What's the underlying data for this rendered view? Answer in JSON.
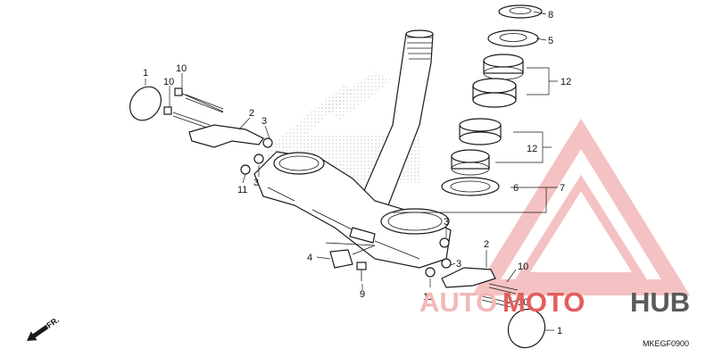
{
  "callouts": {
    "c1_top": "1",
    "c10_a": "10",
    "c10_b": "10",
    "c2_top": "2",
    "c3_a": "3",
    "c3_b": "3",
    "c11_left": "11",
    "c8": "8",
    "c5": "5",
    "c12_a": "12",
    "c12_b": "12",
    "c6": "6",
    "c7": "7",
    "c3_c": "3",
    "c3_d": "3",
    "c2_bottom": "2",
    "c4": "4",
    "c9": "9",
    "c11_bottom": "11",
    "c10_c": "10",
    "c10_d": "10",
    "c1_bottom": "1"
  },
  "diagram_code": "MKEGF0900",
  "front_arrow_label": "FR.",
  "watermark": {
    "left": "AUTO",
    "mid": "MOTO",
    "right": "HUB",
    "color_light": "#f3b8b8",
    "color_accent": "#e35d5d",
    "color_dark": "#5a5a5a"
  }
}
